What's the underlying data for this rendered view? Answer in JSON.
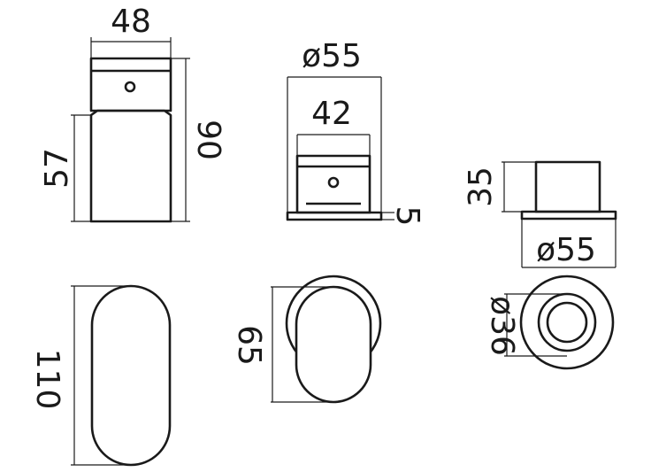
{
  "dimensions": {
    "d48": "48",
    "d90": "90",
    "d57": "57",
    "d55_top": "ø55",
    "d42": "42",
    "d5": "5",
    "d35": "35",
    "d55_side": "ø55",
    "d36": "ø36",
    "d110": "110",
    "d65": "65"
  }
}
